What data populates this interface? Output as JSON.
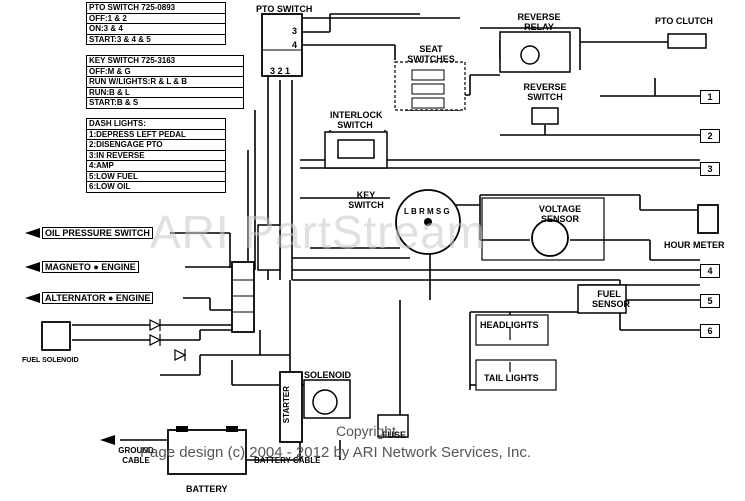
{
  "legends": {
    "pto_switch": [
      "PTO SWITCH 725-0893",
      "OFF:1 & 2",
      "ON:3 & 4",
      "START:3 & 4 & 5"
    ],
    "key_switch": [
      "KEY SWITCH 725-3163",
      "OFF:M & G",
      "RUN W/LIGHTS:R & L & B",
      "RUN:B & L",
      "START:B & S"
    ],
    "dash_lights": [
      "DASH LIGHTS:",
      "1:DEPRESS LEFT PEDAL",
      "2:DISENGAGE PTO",
      "3:IN REVERSE",
      "4:AMP",
      "5:LOW FUEL",
      "6:LOW OIL"
    ]
  },
  "labels": {
    "pto_switch_title": "PTO SWITCH",
    "pto_terminals": "3  2  1",
    "pto_term_4": "4",
    "pto_term_3": "3",
    "seat_switches": "SEAT SWITCHES",
    "reverse_relay": "REVERSE RELAY",
    "reverse_switch": "REVERSE SWITCH",
    "pto_clutch": "PTO CLUTCH",
    "interlock_switch": "INTERLOCK SWITCH",
    "key_switch": "KEY SWITCH",
    "key_letters": "L  B  R  M  S  G",
    "voltage_sensor": "VOLTAGE SENSOR",
    "hour_meter": "HOUR METER",
    "fuel_sensor": "FUEL SENSOR",
    "headlights": "HEADLIGHTS",
    "tail_lights": "TAIL LIGHTS",
    "oil_pressure_switch": "OIL PRESSURE SWITCH",
    "magneto": "MAGNETO ● ENGINE",
    "alternator": "ALTERNATOR ● ENGINE",
    "fuel_solenoid": "FUEL SOLENOID",
    "solenoid": "SOLENOID",
    "starter": "STARTER",
    "fuse": "FUSE",
    "battery": "BATTERY",
    "ground_cable": "GROUND CABLE",
    "battery_cable": "BATTERY CABLE",
    "dash_1": "1",
    "dash_2": "2",
    "dash_3": "3",
    "dash_4": "4",
    "dash_5": "5",
    "dash_6": "6",
    "watermark": "ARI PartStream",
    "copyright_1": "Copyright",
    "copyright_2": "Page design (c) 2004 - 2012 by ARI Network Services, Inc."
  }
}
